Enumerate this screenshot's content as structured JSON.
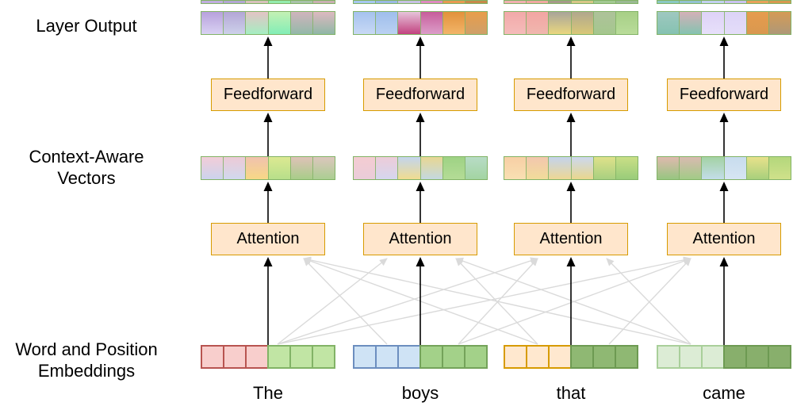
{
  "title_labels": {
    "layer_output": "Layer Output",
    "context_line1": "Context-Aware",
    "context_line2": "Vectors",
    "emb_line1": "Word and Position",
    "emb_line2": "Embeddings"
  },
  "box_labels": {
    "feedforward": "Feedforward",
    "attention": "Attention"
  },
  "colors": {
    "box_fill": "#ffe6cc",
    "box_border": "#d79b00",
    "vector_border": "#82b366",
    "black_arrow": "#000000",
    "cross_arrow": "#dadada",
    "background": "#ffffff",
    "text": "#000000"
  },
  "columns": [
    {
      "word": "The",
      "word_cell_fill": "#f8cecc",
      "word_cell_border": "#b85450",
      "pos_cell_fill": "#c1e5a4",
      "pos_cell_border": "#82b366",
      "top_strip": [
        "#c0aede",
        "#b2a7d2",
        "#d6c1ba",
        "#93ecae",
        "#a9c2aa",
        "#c9b0b2"
      ],
      "layer_output_cells": [
        [
          "#b7a1dc",
          "#d9d2f3"
        ],
        [
          "#b3a6d6",
          "#cdd1ea"
        ],
        [
          "#e3c3c5",
          "#a5eec2"
        ],
        [
          "#c4f0b4",
          "#82eeb6"
        ],
        [
          "#d0b4bc",
          "#93b9a9"
        ],
        [
          "#ddb9c0",
          "#8fb7a6"
        ]
      ],
      "context_cells": [
        [
          "#f2cdd8",
          "#ccd3ed"
        ],
        [
          "#eccad6",
          "#d1d8ee"
        ],
        [
          "#f0c2ae",
          "#f7d886"
        ],
        [
          "#dce992",
          "#b7df8a"
        ],
        [
          "#dfc2b8",
          "#a8cd89"
        ],
        [
          "#dcc6bd",
          "#abce92"
        ]
      ]
    },
    {
      "word": "boys",
      "word_cell_fill": "#cfe3f5",
      "word_cell_border": "#6c8ebf",
      "pos_cell_fill": "#a3d189",
      "pos_cell_border": "#74a35a",
      "top_strip": [
        "#a6c7ef",
        "#9ab9e2",
        "#c6c1e2",
        "#de8ac0",
        "#e79a52",
        "#c68a4a"
      ],
      "layer_output_cells": [
        [
          "#a5c2ee",
          "#c8d9f5"
        ],
        [
          "#9fbeec",
          "#bad1f2"
        ],
        [
          "#e6c4da",
          "#c2427f"
        ],
        [
          "#c75d9b",
          "#dc9ec9"
        ],
        [
          "#e2913b",
          "#f2b569"
        ],
        [
          "#e89d49",
          "#cfa06a"
        ]
      ],
      "context_cells": [
        [
          "#f4ccd2",
          "#eaccd9"
        ],
        [
          "#edccd9",
          "#d5d6ee"
        ],
        [
          "#c3d5ed",
          "#f0dc8f"
        ],
        [
          "#e8d793",
          "#c4d8e0"
        ],
        [
          "#9ed284",
          "#b4dc96"
        ],
        [
          "#b8dcc6",
          "#a3d4a2"
        ]
      ]
    },
    {
      "word": "that",
      "word_cell_fill": "#ffe8cf",
      "word_cell_border": "#d79b00",
      "pos_cell_fill": "#8fb873",
      "pos_cell_border": "#6d9a52",
      "top_strip": [
        "#f0b0b0",
        "#efa8a1",
        "#a69a89",
        "#d7c687",
        "#a2c892",
        "#9ab993"
      ],
      "layer_output_cells": [
        [
          "#f2a9a9",
          "#f5bcba"
        ],
        [
          "#f2a5a3",
          "#f0b7ae"
        ],
        [
          "#a8a49a",
          "#ead77f"
        ],
        [
          "#b0a78e",
          "#d9c878"
        ],
        [
          "#aec29a",
          "#a5c78e"
        ],
        [
          "#a7cf86",
          "#b9dc9a"
        ]
      ],
      "context_cells": [
        [
          "#f7cfa5",
          "#f9e0b2"
        ],
        [
          "#f2c7ae",
          "#f1dc9a"
        ],
        [
          "#c4d4ec",
          "#edd794"
        ],
        [
          "#ccd8ee",
          "#e9d78d"
        ],
        [
          "#dfe18a",
          "#a8d080"
        ],
        [
          "#cadf86",
          "#99cc7a"
        ]
      ]
    },
    {
      "word": "came",
      "word_cell_fill": "#dcecd5",
      "word_cell_border": "#a9cf9a",
      "pos_cell_fill": "#88af6c",
      "pos_cell_border": "#6d9a52",
      "top_strip": [
        "#8ac8c1",
        "#93c2d1",
        "#c2d1ef",
        "#c9c2ef",
        "#e7a25a",
        "#d6994f"
      ],
      "layer_output_cells": [
        [
          "#9fc8c0",
          "#85c2b1"
        ],
        [
          "#d4b0b8",
          "#84c3b0"
        ],
        [
          "#ded2f7",
          "#e7e0fa"
        ],
        [
          "#dcd3f7",
          "#e4ddf8"
        ],
        [
          "#e69c4e",
          "#d9984f"
        ],
        [
          "#d59b55",
          "#ae9878"
        ]
      ],
      "context_cells": [
        [
          "#dfb9ae",
          "#97c681"
        ],
        [
          "#d9bab0",
          "#a2cb87"
        ],
        [
          "#a3d2a4",
          "#c3dde9"
        ],
        [
          "#c8dcee",
          "#d6e5f2"
        ],
        [
          "#e8e18b",
          "#a8d07c"
        ],
        [
          "#b4d77c",
          "#cfe18a"
        ]
      ]
    }
  ],
  "attention_edges": [
    {
      "from": 0,
      "to": 1
    },
    {
      "from": 0,
      "to": 2
    },
    {
      "from": 0,
      "to": 3
    },
    {
      "from": 1,
      "to": 0
    },
    {
      "from": 1,
      "to": 2
    },
    {
      "from": 1,
      "to": 3
    },
    {
      "from": 2,
      "to": 0
    },
    {
      "from": 2,
      "to": 1
    },
    {
      "from": 2,
      "to": 3
    },
    {
      "from": 3,
      "to": 0
    },
    {
      "from": 3,
      "to": 1
    },
    {
      "from": 3,
      "to": 2
    }
  ]
}
